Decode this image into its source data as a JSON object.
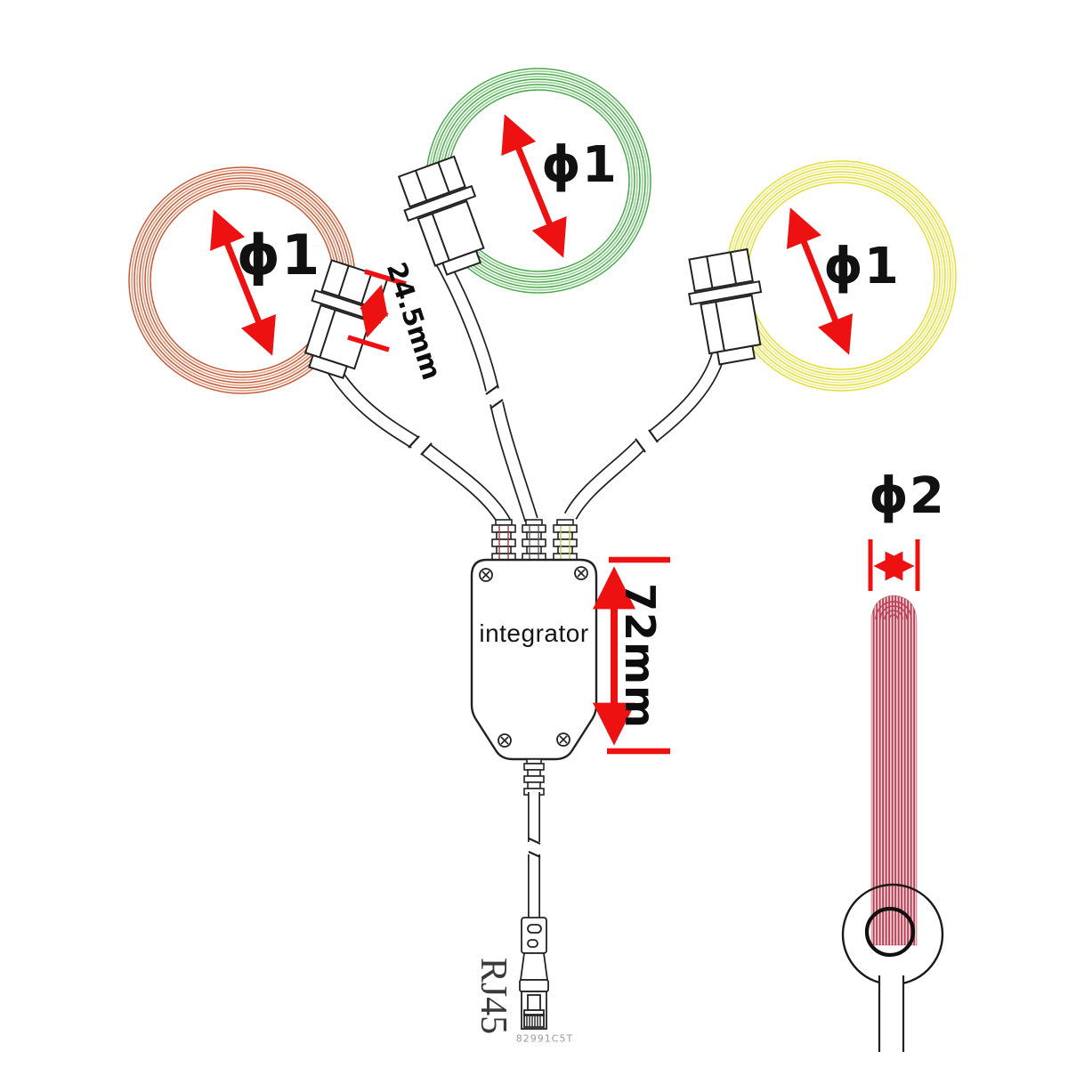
{
  "palette": {
    "coil_left_color": "#c65a36",
    "coil_top_color": "#4aa84a",
    "coil_right_color": "#e4de2e",
    "dimension_red": "#ee1111",
    "rod_stripe_red": "#bb3d52",
    "outline_black": "#222222"
  },
  "coils": [
    {
      "position": "left",
      "label": "ϕ1",
      "color": "#c65a36"
    },
    {
      "position": "top",
      "label": "ϕ1",
      "color": "#4aa84a"
    },
    {
      "position": "right",
      "label": "ϕ1",
      "color": "#e4de2e"
    }
  ],
  "labels": {
    "sensor_length": "24.5mm",
    "integrator": "integrator",
    "integrator_height": "72mm",
    "coil_thickness": "ϕ2",
    "plug": "RJ45",
    "part_code": "82991C5T"
  }
}
